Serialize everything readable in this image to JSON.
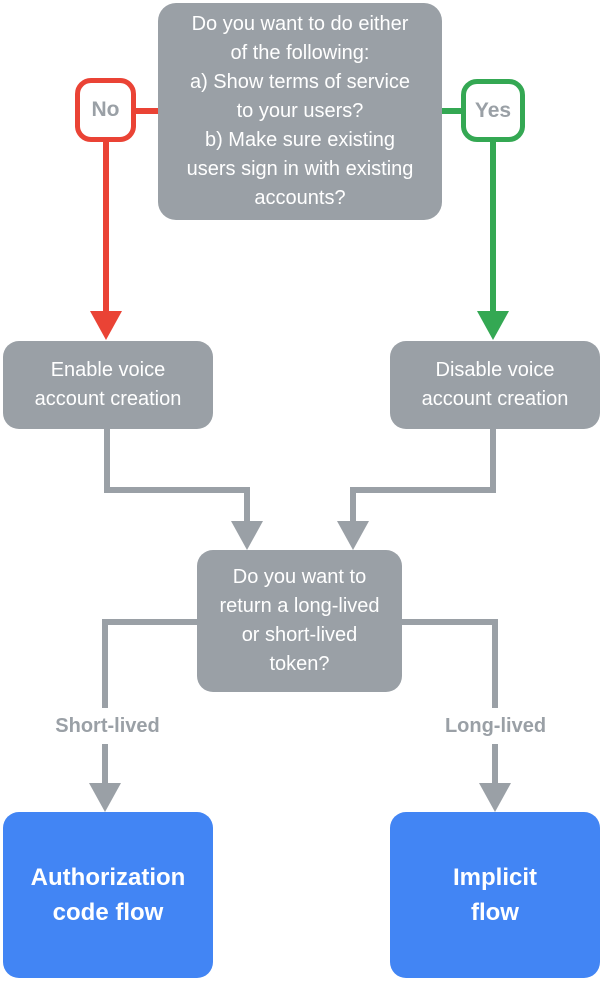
{
  "colors": {
    "gray": "#9AA0A6",
    "red": "#EA4335",
    "green": "#34A853",
    "blue": "#4285F4",
    "label-text": "#9AA0A6",
    "box-text": "#FFFFFF"
  },
  "nodes": {
    "start_question": "Do you want to do either\nof the following:\na) Show terms of service\nto your users?\nb) Make sure existing\nusers sign in with existing\naccounts?",
    "no_label": "No",
    "yes_label": "Yes",
    "enable_voice": "Enable voice\naccount creation",
    "disable_voice": "Disable voice\naccount creation",
    "token_question": "Do you want to\nreturn a long-lived\nor short-lived\ntoken?",
    "short_lived_label": "Short-lived",
    "long_lived_label": "Long-lived",
    "authorization_flow": "Authorization\ncode flow",
    "implicit_flow": "Implicit\nflow"
  }
}
